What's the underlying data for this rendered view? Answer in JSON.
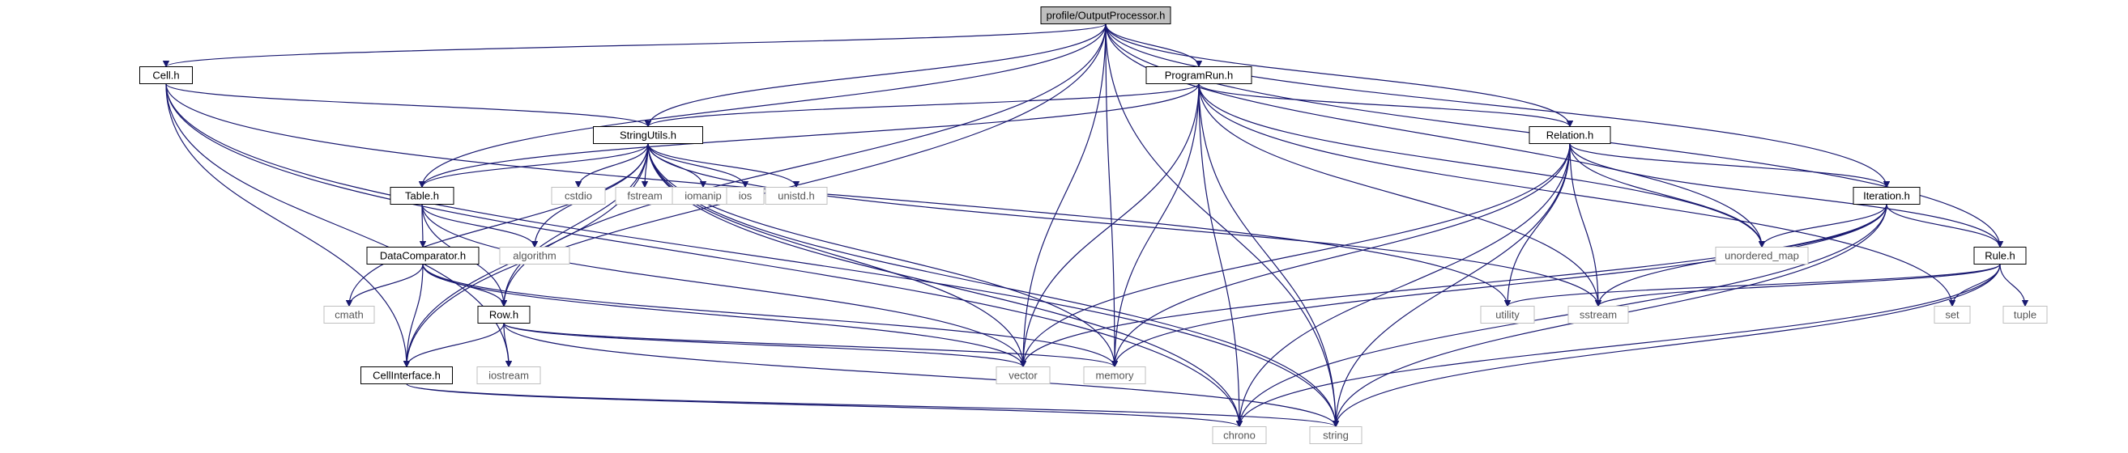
{
  "graph": {
    "root": "profile/OutputProcessor.h",
    "nodes": [
      {
        "id": "out",
        "label": "profile/OutputProcessor.h",
        "kind": "root"
      },
      {
        "id": "cell",
        "label": "Cell.h",
        "kind": "local"
      },
      {
        "id": "prog",
        "label": "ProgramRun.h",
        "kind": "local"
      },
      {
        "id": "str",
        "label": "StringUtils.h",
        "kind": "local"
      },
      {
        "id": "rel",
        "label": "Relation.h",
        "kind": "local"
      },
      {
        "id": "table",
        "label": "Table.h",
        "kind": "local"
      },
      {
        "id": "iter",
        "label": "Iteration.h",
        "kind": "local"
      },
      {
        "id": "rule",
        "label": "Rule.h",
        "kind": "local"
      },
      {
        "id": "dc",
        "label": "DataComparator.h",
        "kind": "local"
      },
      {
        "id": "row",
        "label": "Row.h",
        "kind": "local"
      },
      {
        "id": "ci",
        "label": "CellInterface.h",
        "kind": "local"
      },
      {
        "id": "cstdio",
        "label": "cstdio",
        "kind": "system"
      },
      {
        "id": "fstream",
        "label": "fstream",
        "kind": "system"
      },
      {
        "id": "iomanip",
        "label": "iomanip",
        "kind": "system"
      },
      {
        "id": "ios",
        "label": "ios",
        "kind": "system"
      },
      {
        "id": "unistd",
        "label": "unistd.h",
        "kind": "system"
      },
      {
        "id": "algorithm",
        "label": "algorithm",
        "kind": "system"
      },
      {
        "id": "umap",
        "label": "unordered_map",
        "kind": "system"
      },
      {
        "id": "cmath",
        "label": "cmath",
        "kind": "system"
      },
      {
        "id": "utility",
        "label": "utility",
        "kind": "system"
      },
      {
        "id": "sstream",
        "label": "sstream",
        "kind": "system"
      },
      {
        "id": "set",
        "label": "set",
        "kind": "system"
      },
      {
        "id": "tuple",
        "label": "tuple",
        "kind": "system"
      },
      {
        "id": "iostream",
        "label": "iostream",
        "kind": "system"
      },
      {
        "id": "vector",
        "label": "vector",
        "kind": "system"
      },
      {
        "id": "memory",
        "label": "memory",
        "kind": "system"
      },
      {
        "id": "chrono",
        "label": "chrono",
        "kind": "system"
      },
      {
        "id": "string",
        "label": "string",
        "kind": "system"
      }
    ],
    "edges": [
      [
        "out",
        "cell"
      ],
      [
        "out",
        "prog"
      ],
      [
        "out",
        "str"
      ],
      [
        "out",
        "rel"
      ],
      [
        "out",
        "table"
      ],
      [
        "out",
        "iter"
      ],
      [
        "out",
        "rule"
      ],
      [
        "out",
        "row"
      ],
      [
        "out",
        "ci"
      ],
      [
        "out",
        "vector"
      ],
      [
        "out",
        "memory"
      ],
      [
        "out",
        "string"
      ],
      [
        "out",
        "umap"
      ],
      [
        "cell",
        "str"
      ],
      [
        "cell",
        "ci"
      ],
      [
        "cell",
        "chrono"
      ],
      [
        "cell",
        "string"
      ],
      [
        "cell",
        "utility"
      ],
      [
        "cell",
        "iostream"
      ],
      [
        "prog",
        "str"
      ],
      [
        "prog",
        "table"
      ],
      [
        "prog",
        "rel"
      ],
      [
        "prog",
        "umap"
      ],
      [
        "prog",
        "sstream"
      ],
      [
        "prog",
        "set"
      ],
      [
        "prog",
        "vector"
      ],
      [
        "prog",
        "memory"
      ],
      [
        "prog",
        "chrono"
      ],
      [
        "prog",
        "string"
      ],
      [
        "str",
        "table"
      ],
      [
        "str",
        "row"
      ],
      [
        "str",
        "ci"
      ],
      [
        "str",
        "cstdio"
      ],
      [
        "str",
        "fstream"
      ],
      [
        "str",
        "iomanip"
      ],
      [
        "str",
        "ios"
      ],
      [
        "str",
        "unistd"
      ],
      [
        "str",
        "algorithm"
      ],
      [
        "str",
        "cmath"
      ],
      [
        "str",
        "sstream"
      ],
      [
        "str",
        "vector"
      ],
      [
        "str",
        "memory"
      ],
      [
        "str",
        "chrono"
      ],
      [
        "str",
        "string"
      ],
      [
        "rel",
        "iter"
      ],
      [
        "rel",
        "rule"
      ],
      [
        "rel",
        "umap"
      ],
      [
        "rel",
        "utility"
      ],
      [
        "rel",
        "sstream"
      ],
      [
        "rel",
        "vector"
      ],
      [
        "rel",
        "memory"
      ],
      [
        "rel",
        "chrono"
      ],
      [
        "rel",
        "string"
      ],
      [
        "table",
        "dc"
      ],
      [
        "table",
        "row"
      ],
      [
        "table",
        "algorithm"
      ],
      [
        "table",
        "vector"
      ],
      [
        "iter",
        "rule"
      ],
      [
        "iter",
        "umap"
      ],
      [
        "iter",
        "sstream"
      ],
      [
        "iter",
        "vector"
      ],
      [
        "iter",
        "memory"
      ],
      [
        "iter",
        "string"
      ],
      [
        "iter",
        "chrono"
      ],
      [
        "rule",
        "utility"
      ],
      [
        "rule",
        "sstream"
      ],
      [
        "rule",
        "set"
      ],
      [
        "rule",
        "tuple"
      ],
      [
        "rule",
        "string"
      ],
      [
        "rule",
        "chrono"
      ],
      [
        "dc",
        "cmath"
      ],
      [
        "dc",
        "row"
      ],
      [
        "dc",
        "ci"
      ],
      [
        "dc",
        "vector"
      ],
      [
        "dc",
        "memory"
      ],
      [
        "row",
        "ci"
      ],
      [
        "row",
        "iostream"
      ],
      [
        "row",
        "vector"
      ],
      [
        "row",
        "memory"
      ],
      [
        "row",
        "string"
      ],
      [
        "ci",
        "string"
      ],
      [
        "ci",
        "chrono"
      ]
    ]
  },
  "colors": {
    "edge": "#191970",
    "root_fill": "#bfbfbf",
    "local_border": "#000000",
    "system_border": "#bfbfbf",
    "system_text": "#555555"
  }
}
